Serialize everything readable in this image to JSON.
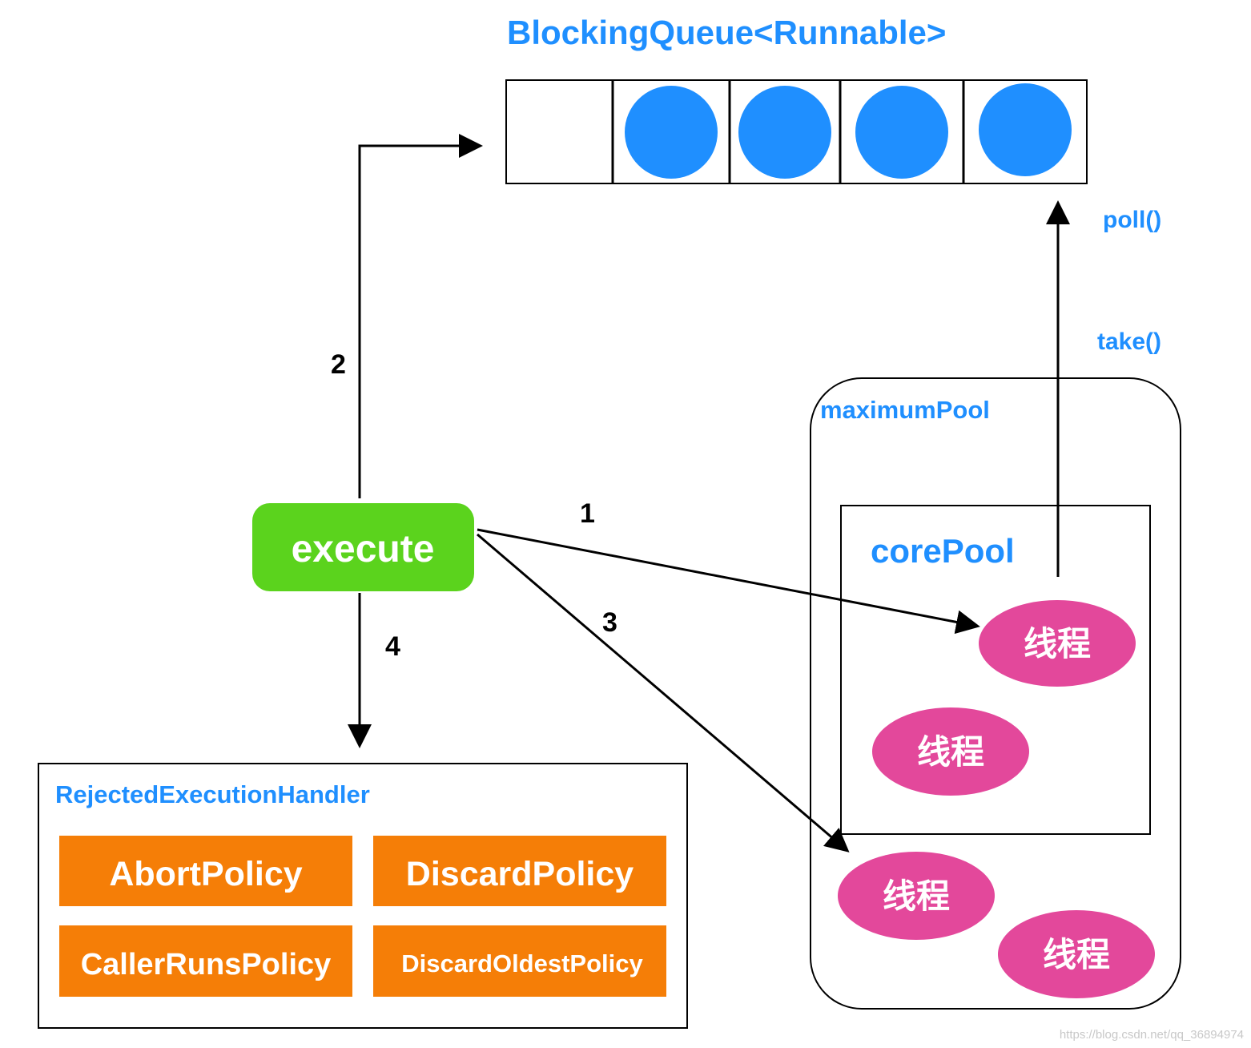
{
  "queue": {
    "title": "BlockingQueue<Runnable>",
    "filled_slots": 4,
    "empty_slots": 1
  },
  "execute": {
    "label": "execute"
  },
  "steps": {
    "one": "1",
    "two": "2",
    "three": "3",
    "four": "4"
  },
  "methods": {
    "poll": "poll()",
    "take": "take()"
  },
  "maximum_pool": {
    "label": "maximumPool"
  },
  "core_pool": {
    "label": "corePool"
  },
  "threads": {
    "core_1": "线程",
    "core_2": "线程",
    "extra_1": "线程",
    "extra_2": "线程"
  },
  "handler": {
    "title": "RejectedExecutionHandler",
    "policies": {
      "abort": "AbortPolicy",
      "discard": "DiscardPolicy",
      "caller_runs": "CallerRunsPolicy",
      "discard_oldest": "DiscardOldestPolicy"
    }
  },
  "watermark": "https://blog.csdn.net/qq_36894974",
  "colors": {
    "accent_blue": "#1f8fff",
    "execute_green": "#5bd31d",
    "policy_orange": "#f57e07",
    "thread_pink": "#e3489b",
    "queue_item_blue": "#1f8fff"
  }
}
